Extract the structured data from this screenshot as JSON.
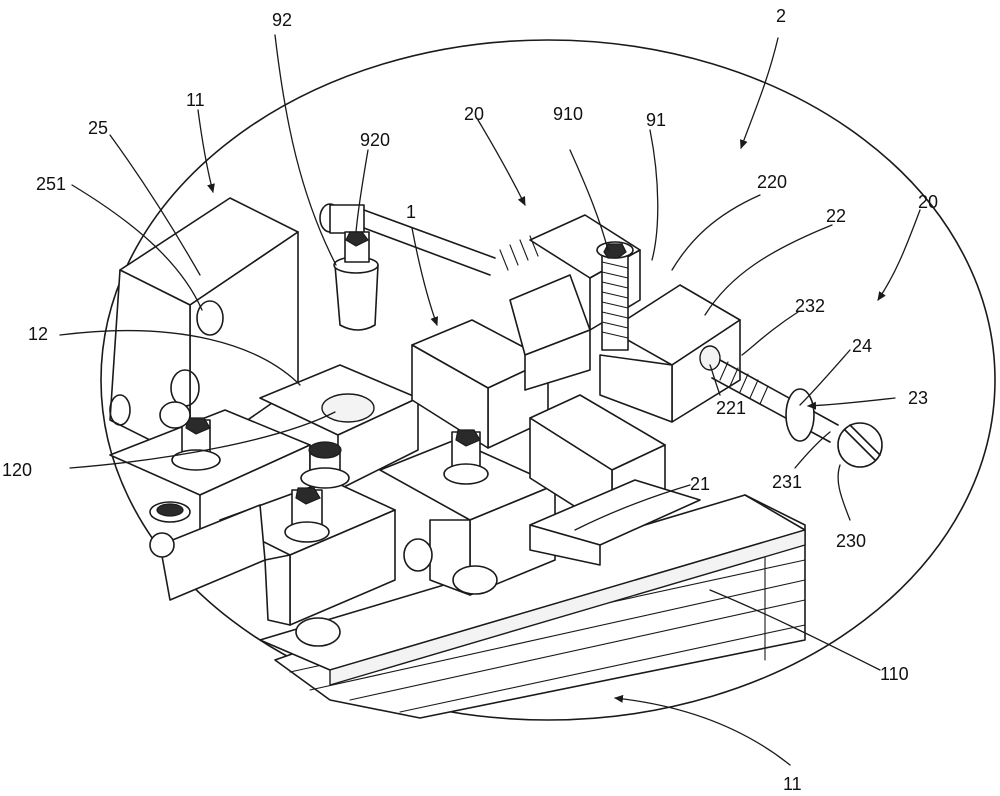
{
  "labels": {
    "l92": "92",
    "l2": "2",
    "l11_top": "11",
    "l920": "920",
    "l20_top": "20",
    "l910": "910",
    "l91": "91",
    "l25": "25",
    "l220": "220",
    "l22": "22",
    "l20_right": "20",
    "l251": "251",
    "l1": "1",
    "l232": "232",
    "l12": "12",
    "l24": "24",
    "l23": "23",
    "l221": "221",
    "l120": "120",
    "l21": "21",
    "l231": "231",
    "l230": "230",
    "l110": "110",
    "l11_bottom": "11"
  },
  "colors": {
    "line": "#1a1a1a",
    "background": "#ffffff",
    "text": "#111111"
  }
}
